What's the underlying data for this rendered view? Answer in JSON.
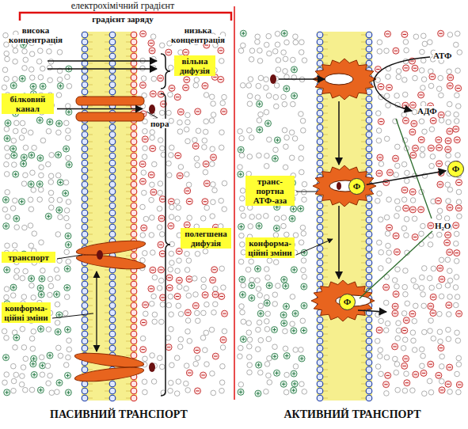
{
  "diagram": {
    "nodes": [
      {
        "text": [
          "вільна дифузія"
        ]
      },
      {
        "text": [
          "білковий канал"
        ]
      },
      {
        "text": [
          "транспорт"
        ]
      },
      {
        "text": [
          "полегшена дифузія"
        ]
      },
      {
        "text": [
          "конформа- ційні зміни"
        ]
      },
      {
        "text": [
          "транс- портна АТФ-аза"
        ]
      },
      {
        "text": [
          "конформа- ційні зміни"
        ]
      },
      {
        "text": [
          "Ф"
        ]
      },
      {
        "text": [
          "Ф"
        ]
      },
      {
        "text": [
          "Ф"
        ]
      }
    ],
    "edges": [
      {
        "from": 8,
        "to": 7,
        "arrow": "to"
      }
    ],
    "labels": [
      "електрохімічний градієнт",
      "градієнт заряду",
      "висока концентрація",
      "низька концентрація",
      "пора",
      "АТФ",
      "АДФ",
      "H₂O",
      "ПАСИВНИЙ ТРАНСПОРТ",
      "АКТИВНИЙ ТРАНСПОРТ"
    ]
  }
}
